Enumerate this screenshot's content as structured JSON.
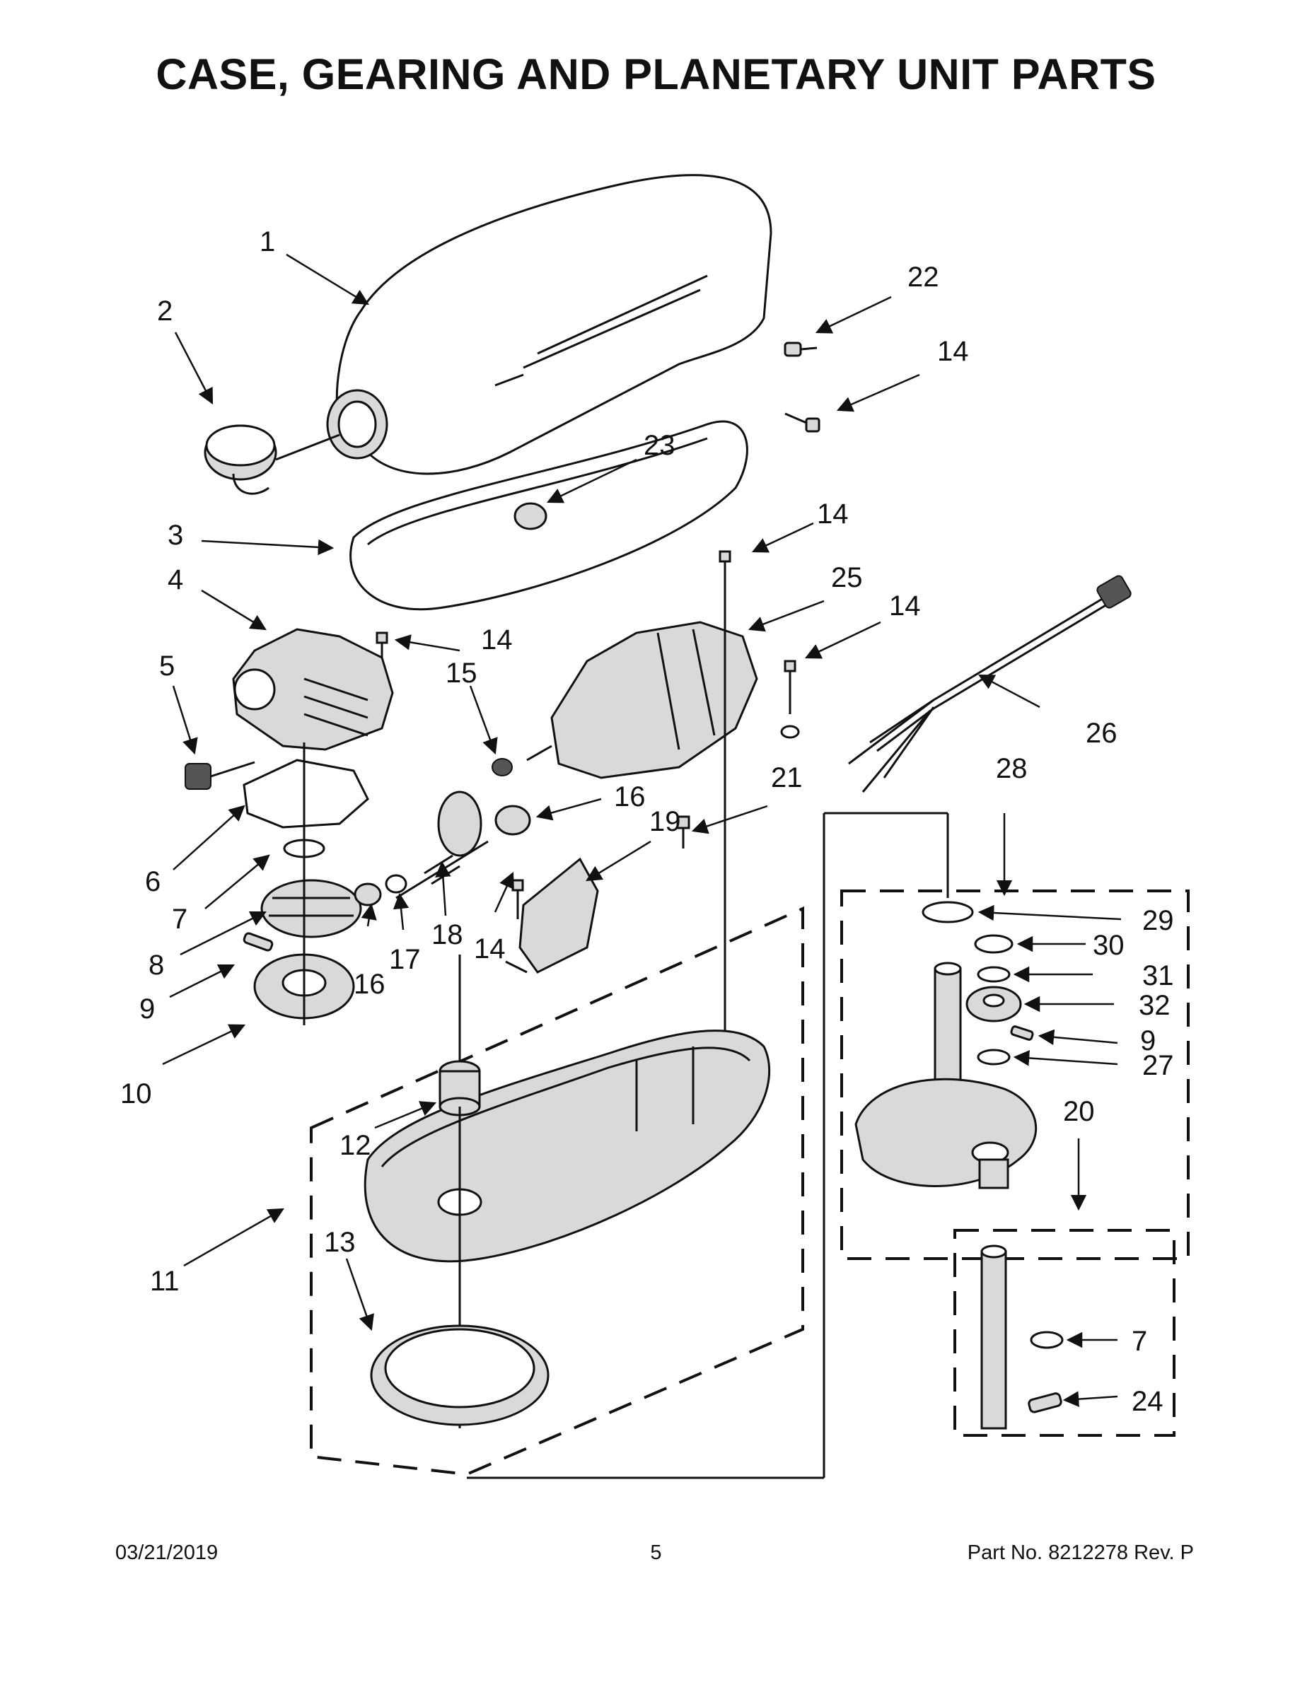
{
  "title": "CASE, GEARING AND PLANETARY UNIT PARTS",
  "callouts": [
    {
      "id": "c1",
      "text": "1"
    },
    {
      "id": "c2",
      "text": "2"
    },
    {
      "id": "c3",
      "text": "3"
    },
    {
      "id": "c4",
      "text": "4"
    },
    {
      "id": "c5",
      "text": "5"
    },
    {
      "id": "c6",
      "text": "6"
    },
    {
      "id": "c7a",
      "text": "7"
    },
    {
      "id": "c8a",
      "text": "8"
    },
    {
      "id": "c9a",
      "text": "9"
    },
    {
      "id": "c10",
      "text": "10"
    },
    {
      "id": "c11",
      "text": "11"
    },
    {
      "id": "c12",
      "text": "12"
    },
    {
      "id": "c13",
      "text": "13"
    },
    {
      "id": "c14a",
      "text": "14"
    },
    {
      "id": "c14b",
      "text": "14"
    },
    {
      "id": "c14c",
      "text": "14"
    },
    {
      "id": "c14d",
      "text": "14"
    },
    {
      "id": "c14e",
      "text": "14"
    },
    {
      "id": "c15",
      "text": "15"
    },
    {
      "id": "c16a",
      "text": "16"
    },
    {
      "id": "c16b",
      "text": "16"
    },
    {
      "id": "c17",
      "text": "17"
    },
    {
      "id": "c18",
      "text": "18"
    },
    {
      "id": "c19",
      "text": "19"
    },
    {
      "id": "c20",
      "text": "20"
    },
    {
      "id": "c21",
      "text": "21"
    },
    {
      "id": "c22",
      "text": "22"
    },
    {
      "id": "c23",
      "text": "23"
    },
    {
      "id": "c24",
      "text": "24"
    },
    {
      "id": "c25",
      "text": "25"
    },
    {
      "id": "c26",
      "text": "26"
    },
    {
      "id": "c27",
      "text": "27"
    },
    {
      "id": "c28",
      "text": "28"
    },
    {
      "id": "c29",
      "text": "29"
    },
    {
      "id": "c30",
      "text": "30"
    },
    {
      "id": "c31",
      "text": "31"
    },
    {
      "id": "c32",
      "text": "32"
    },
    {
      "id": "c9b",
      "text": "9"
    },
    {
      "id": "c7b",
      "text": "7"
    }
  ],
  "footer": {
    "date": "03/21/2019",
    "page": "5",
    "part_no": "Part No.  8212278  Rev.  P"
  }
}
